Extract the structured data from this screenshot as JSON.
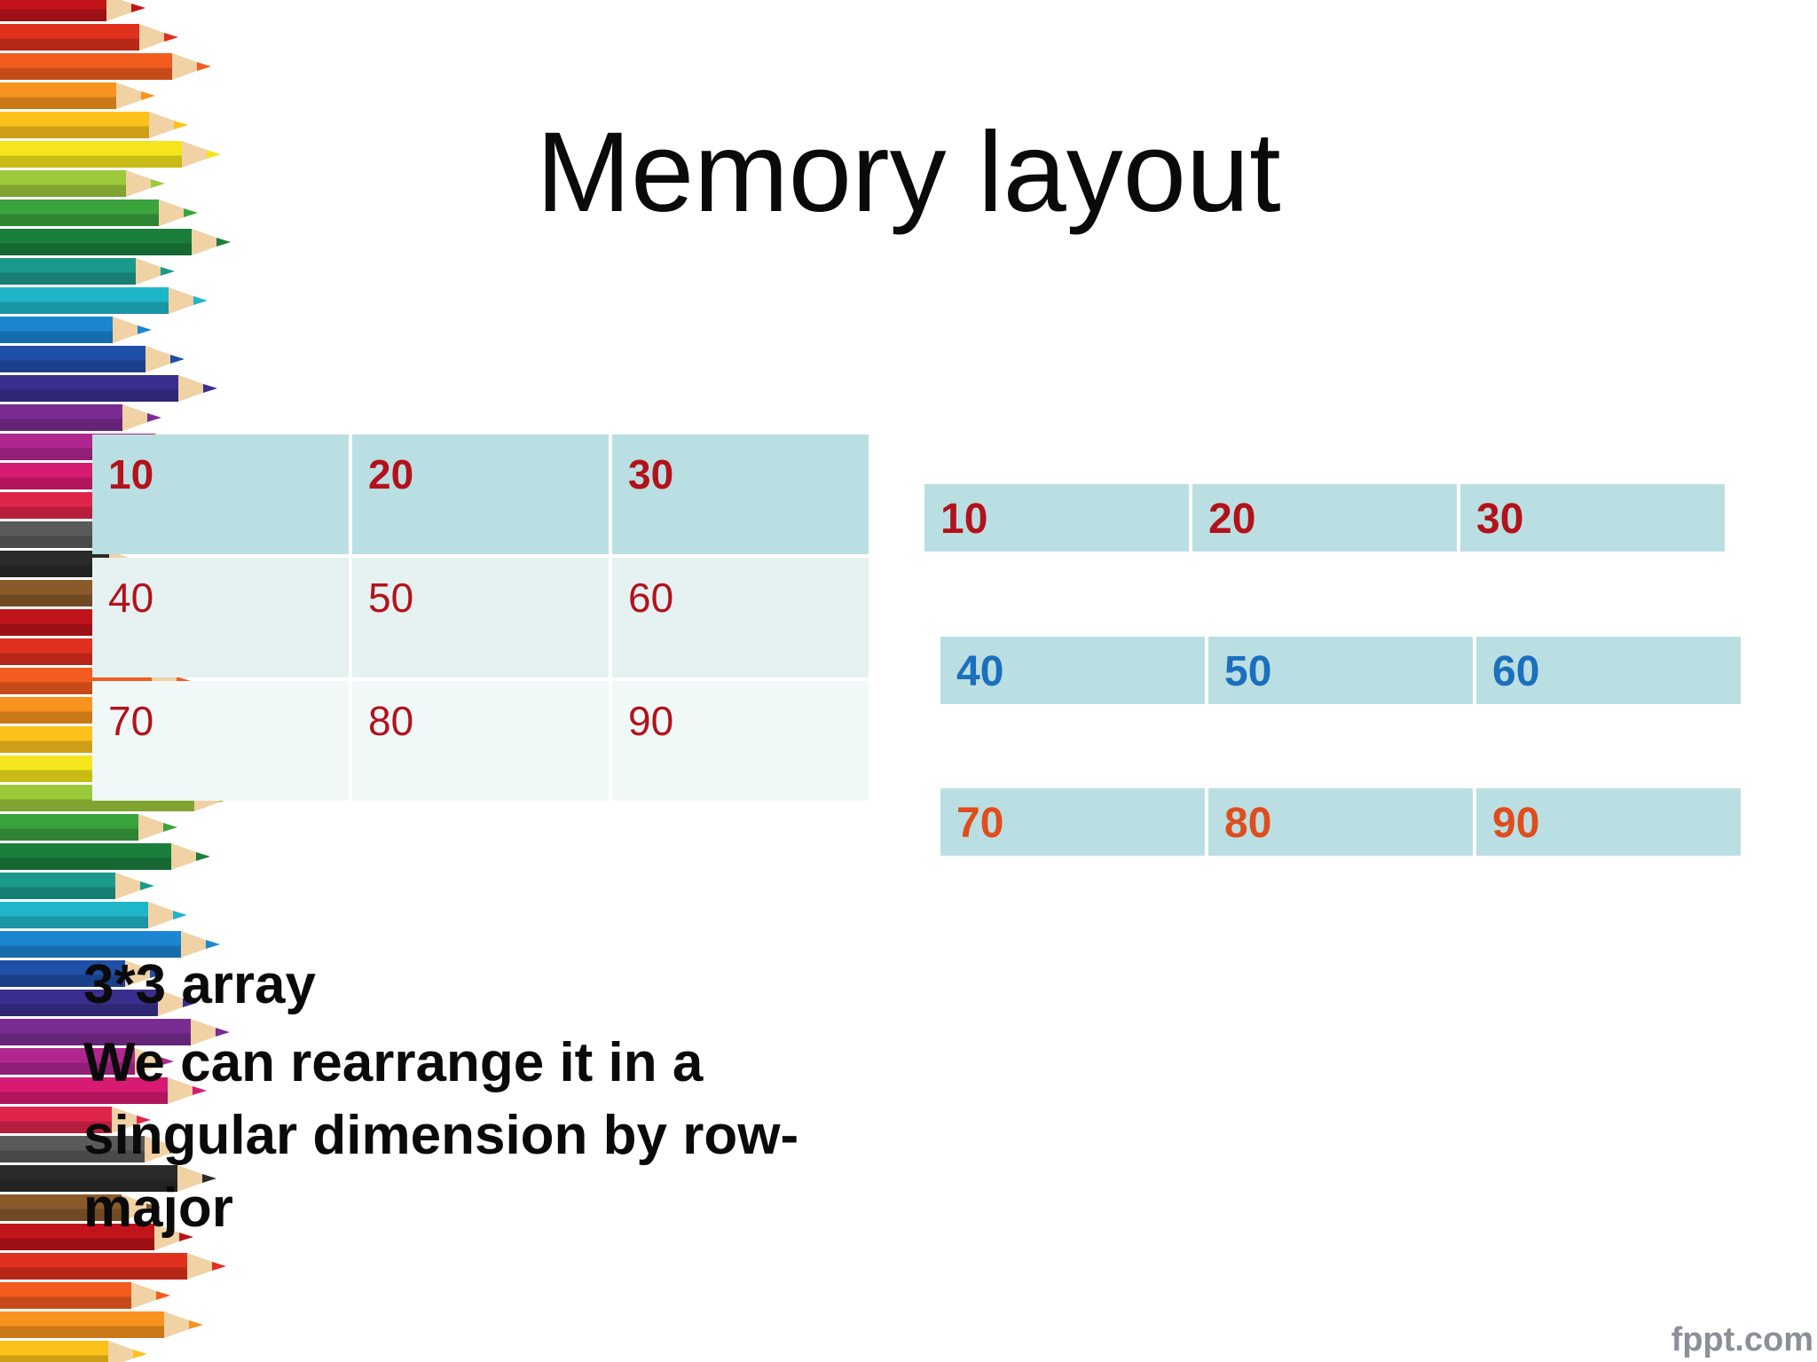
{
  "title": "Memory layout",
  "matrix": {
    "rows": [
      [
        "10",
        "20",
        "30"
      ],
      [
        "40",
        "50",
        "60"
      ],
      [
        "70",
        "80",
        "90"
      ]
    ]
  },
  "row_major": {
    "rows": [
      [
        "10",
        "20",
        "30"
      ],
      [
        "40",
        "50",
        "60"
      ],
      [
        "70",
        "80",
        "90"
      ]
    ],
    "colors": [
      "#b3121b",
      "#1b6fbd",
      "#e04d1c"
    ]
  },
  "caption": {
    "line1": "3*3 array",
    "line2": "We can rearrange it in a singular dimension by row-major"
  },
  "footer": "fppt.com",
  "decoration": "colored-pencils-border"
}
